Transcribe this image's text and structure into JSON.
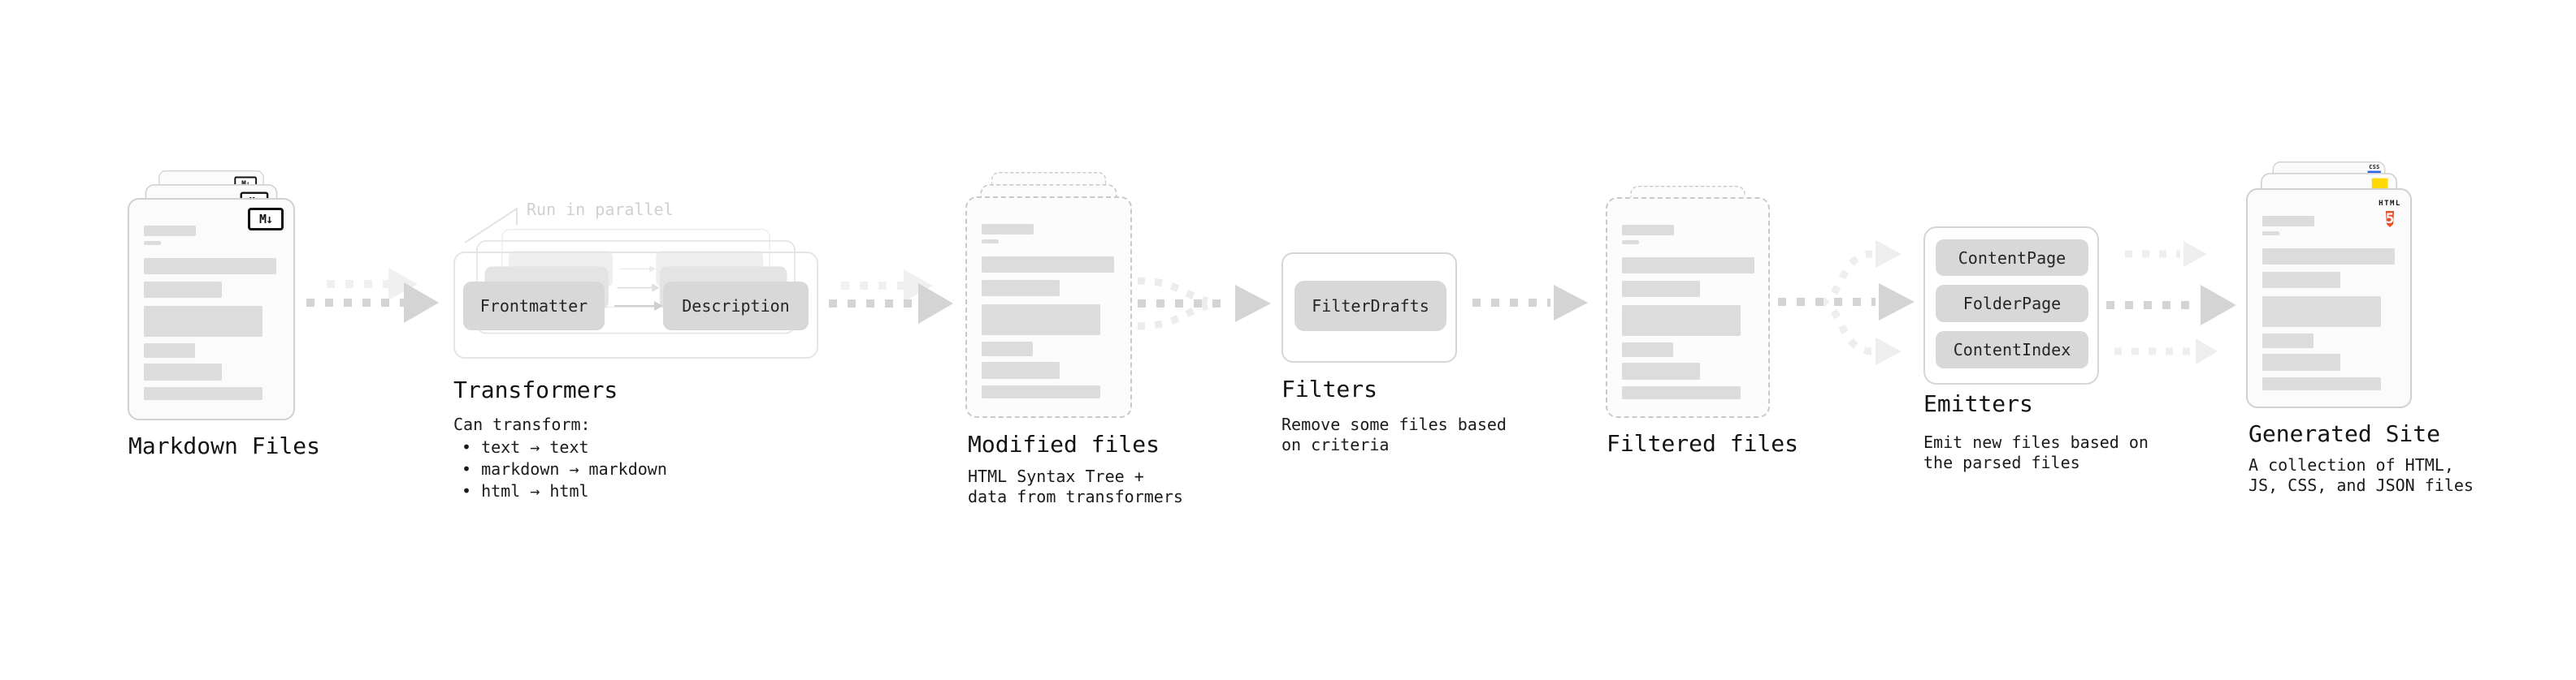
{
  "stages": {
    "markdown": {
      "label": "Markdown Files",
      "icon_text": "M↓"
    },
    "transformers": {
      "label": "Transformers",
      "annotation": "Run in parallel",
      "box_left": "Frontmatter",
      "box_right": "Description",
      "sub_title": "Can transform:",
      "bullets": [
        "• text → text",
        "• markdown → markdown",
        "• html → html"
      ]
    },
    "modified": {
      "label": "Modified files",
      "sub": [
        "HTML Syntax Tree +",
        "data from transformers"
      ]
    },
    "filters": {
      "label": "Filters",
      "box": "FilterDrafts",
      "sub": [
        "Remove some files based",
        "on criteria"
      ]
    },
    "filtered": {
      "label": "Filtered files"
    },
    "emitters": {
      "label": "Emitters",
      "boxes": [
        "ContentPage",
        "FolderPage",
        "ContentIndex"
      ],
      "sub": [
        "Emit new files based on",
        "the parsed files"
      ]
    },
    "generated": {
      "label": "Generated Site",
      "sub": [
        "A collection of HTML,",
        "JS, CSS, and JSON files"
      ],
      "badges": {
        "css": "CSS",
        "html_label": "HTML",
        "html_number": "5"
      }
    }
  },
  "colors": {
    "html5_orange": "#e8502a",
    "js_yellow": "#ffd900",
    "css_blue": "#2b63e8",
    "node_fill": "#d8d8d8",
    "doc_bar": "#dcdcdc",
    "arrow": "#d4d4d4",
    "arrow_faint": "#eeeeee"
  }
}
